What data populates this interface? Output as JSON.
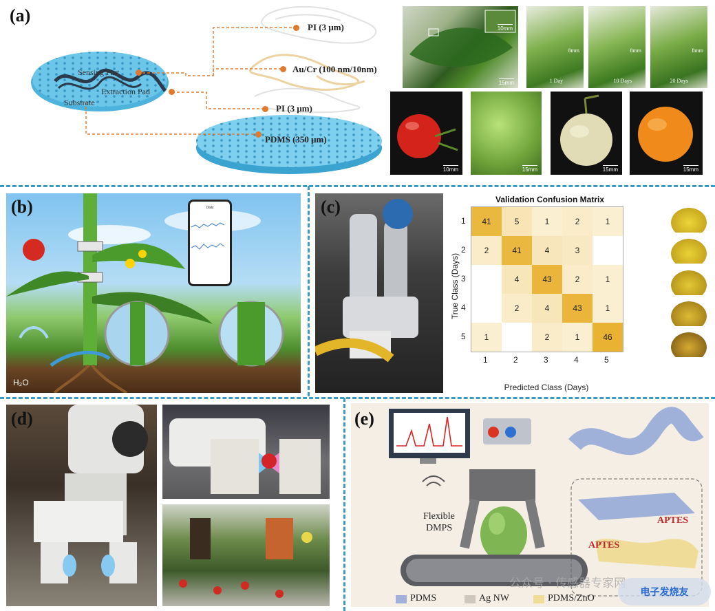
{
  "panels": {
    "a": "(a)",
    "b": "(b)",
    "c": "(c)",
    "d": "(d)",
    "e": "(e)"
  },
  "panel_a": {
    "layers": [
      "PI (3 μm)",
      "Au/Cr (100 nm/10nm)",
      "PI (3 μm)",
      "PDMS (350 μm)"
    ],
    "parts": [
      "Sensing Part",
      "Extraction Pad",
      "Substrate"
    ],
    "leaf_scale": "10mm",
    "leaf_days": [
      {
        "scale": "8mm",
        "day": "1 Day"
      },
      {
        "scale": "8mm",
        "day": "10 Days"
      },
      {
        "scale": "8mm",
        "day": "20 Days"
      }
    ],
    "main_leaf_scale": "15mm",
    "fruit_scales": [
      "10mm",
      "15mm",
      "15mm",
      "15mm"
    ]
  },
  "panel_b": {
    "phone_title": "Daily",
    "water_label": "H₂O"
  },
  "panel_c": {
    "chart_data": {
      "type": "heatmap",
      "title": "Validation Confusion Matrix",
      "xlabel": "Predicted Class (Days)",
      "ylabel": "True Class (Days)",
      "x_categories": [
        "1",
        "2",
        "3",
        "4",
        "5"
      ],
      "y_categories": [
        "1",
        "2",
        "3",
        "4",
        "5"
      ],
      "values": [
        [
          41,
          5,
          1,
          2,
          1
        ],
        [
          2,
          41,
          4,
          3,
          null
        ],
        [
          null,
          4,
          43,
          2,
          1
        ],
        [
          null,
          2,
          4,
          43,
          1
        ],
        [
          1,
          null,
          2,
          1,
          46
        ]
      ],
      "colors": {
        "low": "#fdf6e4",
        "high": "#e9b233"
      }
    }
  },
  "panel_e": {
    "device_label_1": "Flexible",
    "device_label_2": "DMPS",
    "aptes_1": "APTES",
    "aptes_2": "APTES",
    "legend": [
      {
        "name": "PDMS",
        "color": "#9fb0d9"
      },
      {
        "name": "Ag NW",
        "color": "#cfc6be"
      },
      {
        "name": "PDMS/ZnO",
        "color": "#efdc98"
      }
    ],
    "watermark": "公众号 · 传感器专家网",
    "logo_text": "电子发烧友"
  }
}
